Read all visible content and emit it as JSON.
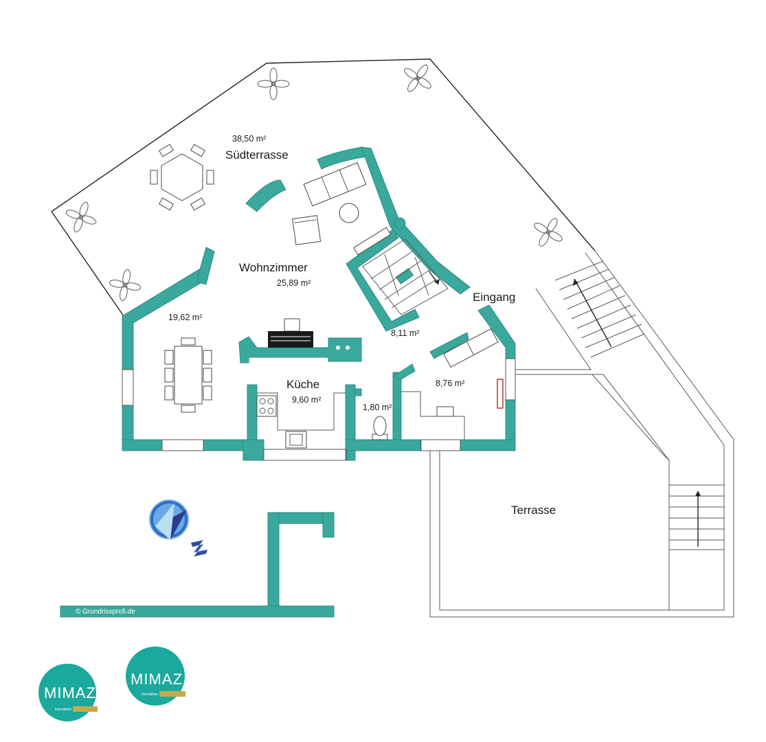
{
  "rooms": {
    "suedterrasse": {
      "name": "Südterrasse",
      "area": "38,50 m²"
    },
    "wohnzimmer": {
      "name": "Wohnzimmer",
      "area": "25,89 m²"
    },
    "essbereich": {
      "area": "19,62 m²"
    },
    "treppe": {
      "area": "8,11 m²"
    },
    "eingang": {
      "name": "Eingang"
    },
    "flur": {
      "area": "8,76 m²"
    },
    "kueche": {
      "name": "Küche",
      "area": "9,60 m²"
    },
    "wc": {
      "area": "1,80 m²"
    },
    "terrasse": {
      "name": "Terrasse"
    }
  },
  "copyright": "© Grundrissprofi.de",
  "logos": [
    {
      "text": "MIMAZ",
      "sub": "Immobilien"
    },
    {
      "text": "MIMAZ",
      "sub": "Immobilien"
    }
  ],
  "colors": {
    "wall": "#3aa89c",
    "logo": "#1aa99c",
    "logo_bar": "#c8a94a",
    "compass": "#2e6fc0"
  }
}
